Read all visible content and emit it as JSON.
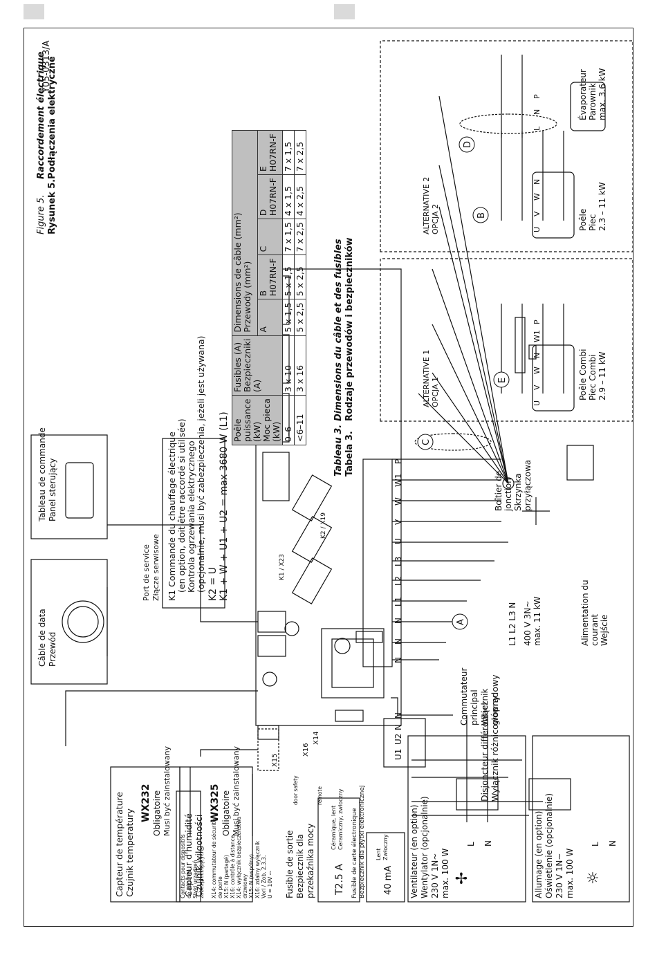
{
  "doc_id": "Y05-0313/A",
  "figure": {
    "label_fr": "Figure 5.",
    "label_pl": "Rysunek 5.",
    "title_fr": "Raccordement électrique",
    "title_pl": "Podłączenia elektryczne"
  },
  "table": {
    "label_fr": "Tableau 3.",
    "label_pl": "Tabela 3.",
    "title_fr": "Dimensions du câble et des fusibles",
    "title_pl": "Rodzaje przewodów i bezpieczników",
    "h_power": [
      "Poêle",
      "puissance",
      "(kW)",
      "Moc pieca",
      "(kW)"
    ],
    "h_fuse": [
      "Fusibles (A)",
      "Bezpieczniki",
      "(A)"
    ],
    "h_dims": "Dimensions de câble (mm²)",
    "h_dims2": "Przewody (mm²)",
    "cols": [
      "A",
      "B",
      "C",
      "D",
      "E"
    ],
    "col_types": [
      "",
      "H07RN-F",
      "",
      "H07RN-F",
      "H07RN-F"
    ],
    "rows": [
      {
        "power": "0–6",
        "fuse": "3 x 10",
        "A": "5 x 1,5",
        "B": "5 x 1,5",
        "C": "7 x 1,5",
        "D": "4 x 1,5",
        "E": "7 x 1,5"
      },
      {
        "power": "<6–11",
        "fuse": "3 x 16",
        "A": "5 x 2,5",
        "B": "5 x 2,5",
        "C": "7 x 2,5",
        "D": "4 x 2,5",
        "E": "7 x 2,5"
      }
    ]
  },
  "k_notes": {
    "k1_fr": "K1  Commande du chauffage électrique",
    "k1_fr2": "(en option, doit être raccordé si utilisée)",
    "k1_pl": "Kontrola ogrzewania elektrycznego",
    "k1_pl2": "(opcjonalnie, musi być zabezpieczenia, jeżeli jest używana)",
    "k2": "K2 = U",
    "k1sum": "K1 + W + U1 + U2 = max 3680 W (L1)"
  },
  "panel": {
    "fr": "Tableau de commande",
    "pl": "Panel sterujący"
  },
  "data_cable": {
    "fr": "Câble de data",
    "pl": "Przewód"
  },
  "service_port": {
    "fr": "Port de service",
    "pl": "Złącze serwisowe"
  },
  "board_labels": {
    "k1": "K1 / X23",
    "k2": "K2 / X19",
    "x15": "X15",
    "x16": "X16",
    "x14": "X14"
  },
  "terminals": [
    "N",
    "N",
    "N",
    "L1",
    "L2",
    "L3",
    "U",
    "V",
    "W",
    "W1",
    "P"
  ],
  "low_terminals": [
    "U1",
    "U2",
    "N",
    "N"
  ],
  "humidity": {
    "fr": "Capteur d'humidité",
    "pl": "Czujnik wilgotności",
    "model": "WX325",
    "req_fr": "Obligatoire",
    "req_pl": "Musi być zainstalowany"
  },
  "temperature": {
    "fr": "Capteur de température",
    "pl": "Czujnik temperatury",
    "model": "WX232",
    "req_fr": "Obligatoire",
    "req_pl": "Musi być zainstalowany"
  },
  "safety": {
    "lines": [
      "Contacts pour dispositifs",
      "de sécurité",
      "Styki urządzeń",
      "zabezpieczających",
      "",
      "X14: commutateur de sécurité",
      "      de porte",
      "X15: N (partagé)",
      "X16: contrôle à distance",
      "X14: wyłącznik bezpieczeństwa",
      "      drzwiowy",
      "X15: N (wspólny)",
      "X16: zdalny wyłącznik",
      "Vorl / Zob. 2.3.3.",
      "U = 10V ⎓"
    ],
    "door": "door safety",
    "remote": "remote"
  },
  "fuse_out": {
    "fr": "Fusible de sortie",
    "pl1": "Bezpiecznik dla",
    "pl2": "przekaźnika mocy",
    "value": "T2.5 A",
    "type_fr": "Céramique, lent",
    "type_pl": "Ceramiczny, zwłoczny"
  },
  "fuse_board": {
    "fr": "Fusible de carte électronique",
    "pl": "Bezpiecznik dla płytki elektronicznej",
    "value": "40 mA",
    "type_fr": "Lent",
    "type_pl": "Zwłoczny"
  },
  "fan": {
    "fr": "Ventilateur (en option)",
    "pl": "Wentylator (opcjonalnie)",
    "spec1": "230 V 1N~",
    "spec2": "max. 100 W"
  },
  "rcd": {
    "fr": "Disjoncteur différentiel",
    "pl": "Wyłącznik różnicowoprądowy"
  },
  "light": {
    "fr": "Allumage (en option)",
    "pl": "Oświetlenie (opcjonalnie)",
    "spec1": "230 V 1N~",
    "spec2": "max. 100 W"
  },
  "main_switch": {
    "fr1": "Commutateur",
    "fr2": "principal",
    "pl1": "Włącznik",
    "pl2": "główny"
  },
  "power_in": {
    "terms": "L1 L2 L3 N",
    "spec1": "400 V 3N~",
    "spec2": "max. 11 kW",
    "fr1": "Alimentation du",
    "fr2": "courant",
    "pl": "Wejście"
  },
  "junction": {
    "fr1": "Boîtier de",
    "fr2": "jonction",
    "pl1": "Skrzynka",
    "pl2": "przyłączowa"
  },
  "alt1": {
    "fr": "ALTERNATIVE 1",
    "pl": "OPCJA 1",
    "terms": [
      "U",
      "V",
      "W",
      "N",
      "W1",
      "P"
    ],
    "stove_fr": "Poêle Combi",
    "stove_pl": "Piec Combi",
    "range": "2.9 – 11 kW"
  },
  "alt2": {
    "fr": "ALTERNATIVE 2",
    "pl": "OPCJA 2",
    "terms": [
      "U",
      "V",
      "W",
      "N"
    ],
    "stove_fr": "Poêle",
    "stove_pl": "Piec",
    "range": "2.3 – 11 kW",
    "evap_terms": [
      "L",
      "N",
      "P"
    ],
    "evap_fr": "Évaporateur",
    "evap_pl": "Parownik",
    "evap_range": "max. 3.6 kW"
  },
  "callouts": [
    "A",
    "B",
    "C",
    "D",
    "E"
  ],
  "terms_LN": [
    "L",
    "N"
  ]
}
